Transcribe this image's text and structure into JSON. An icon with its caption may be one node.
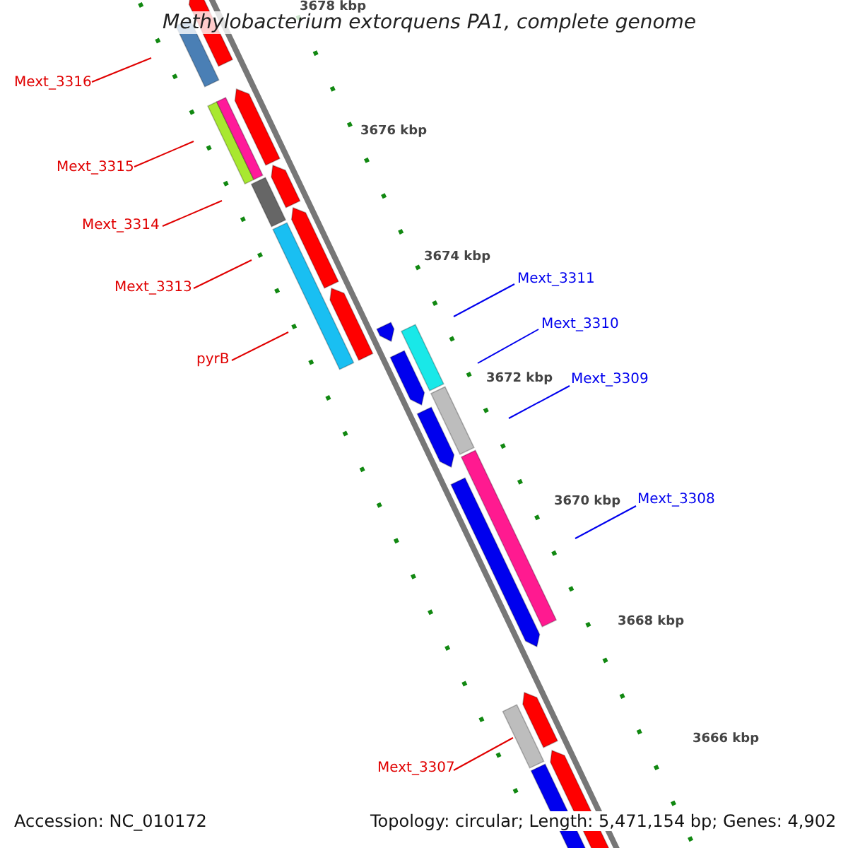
{
  "diagram": {
    "title": "Methylobacterium extorquens PA1, complete genome",
    "nodes": [
      {
        "text": [
          "Mext_3316"
        ]
      },
      {
        "text": [
          "Mext_3315"
        ]
      },
      {
        "text": [
          "Mext_3314"
        ]
      },
      {
        "text": [
          "Mext_3313"
        ]
      },
      {
        "text": [
          "pyrB"
        ]
      },
      {
        "text": [
          "Mext_3311"
        ]
      },
      {
        "text": [
          "Mext_3310"
        ]
      },
      {
        "text": [
          "Mext_3309"
        ]
      },
      {
        "text": [
          "Mext_3308"
        ]
      },
      {
        "text": [
          "Mext_3307"
        ]
      }
    ],
    "edges": [
      {
        "from": 0,
        "to": null,
        "arrow": "none"
      },
      {
        "from": 1,
        "to": null,
        "arrow": "none"
      },
      {
        "from": 2,
        "to": null,
        "arrow": "none"
      },
      {
        "from": 3,
        "to": null,
        "arrow": "none"
      },
      {
        "from": 4,
        "to": null,
        "arrow": "none"
      },
      {
        "from": 5,
        "to": null,
        "arrow": "none",
        "color": "#0000ee"
      },
      {
        "from": 6,
        "to": null,
        "arrow": "none",
        "color": "#0000ee"
      },
      {
        "from": 7,
        "to": null,
        "arrow": "none",
        "color": "#0000ee"
      },
      {
        "from": 8,
        "to": null,
        "arrow": "none",
        "color": "#0000ee"
      },
      {
        "from": 9,
        "to": null,
        "arrow": "none"
      }
    ],
    "labels": [
      "3678 kbp",
      "3676 kbp",
      "3674 kbp",
      "3672 kbp",
      "3670 kbp",
      "3668 kbp",
      "3666 kbp",
      "Accession: NC_010172",
      "Topology: circular; Length: 5,471,154 bp; Genes: 4,902"
    ]
  }
}
